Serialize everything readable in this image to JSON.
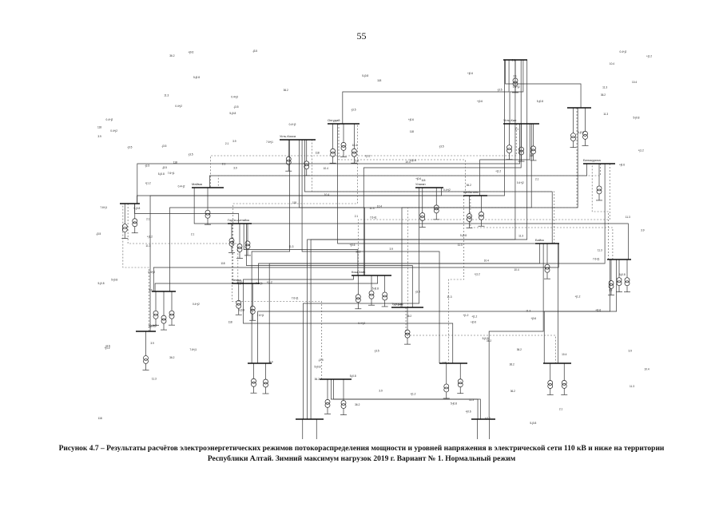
{
  "page": {
    "number": "55"
  },
  "caption": {
    "line1": "Рисунок 4.7 – Результаты расчётов электроэнергетических режимов потокораспределения мощности и уровней напряжения в электрической сети 110 кВ и ниже на территории",
    "line2": "Республики Алтай. Зимний максимум нагрузок 2019 г. Вариант № 1. Нормальный режим"
  },
  "diagram": {
    "bus_labels": [
      "Майма",
      "Горно-Алтайск",
      "Чемал",
      "Усть-Кокса",
      "Онгудай",
      "Кош-Агач",
      "Турочак",
      "Улаган",
      "Шебалино",
      "Усть-Кан",
      "Бийск",
      "Белокуриха"
    ]
  }
}
